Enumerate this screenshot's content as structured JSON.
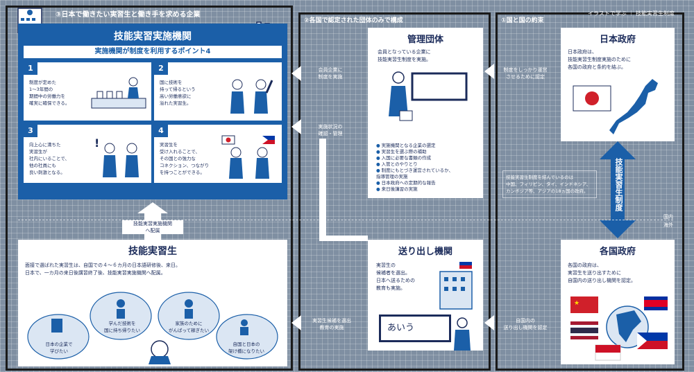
{
  "header": {
    "top_right": "イラストで学ぶ ｜ 技能実習生制度"
  },
  "sections": {
    "s3": "③日本で働きたい実習生と働き手を求める企業",
    "s2": "②各国で認定された団体のみで構成",
    "s1": "①国と国の約束"
  },
  "implementing": {
    "title": "技能実習実施機関",
    "subtitle": "実施機関が制度を利用するポイント4",
    "points": [
      {
        "num": "1",
        "text": "制度が定めた\n1〜3年間の\n期間中の労働力を\n確実に確保できる。"
      },
      {
        "num": "2",
        "text": "国に技術を\n持って帰るという\n高い労働意欲に\n溢れた実習生。"
      },
      {
        "num": "3",
        "text": "向上心に満ちた\n実習生が\n社内にいることで、\n他の社員にも\n良い刺激となる。"
      },
      {
        "num": "4",
        "text": "実習生を\n受け入れることで、\nその国との強力な\nコネクション、つながり\nを持つことができる。"
      }
    ]
  },
  "trainee": {
    "title": "技能実習生",
    "text": "面接で選ばれた実習生は、自国での４〜６カ月の日本語研修後、来日。\n日本で、一カ月の来日後講習終了後、技能実習実施機関へ配属。",
    "bubbles": [
      "日本の企業で\n学びたい",
      "学んだ技術を\n国に持ち帰りたい",
      "家族のために\nがんばって稼ぎたい",
      "自国と日本の\n架け橋になりたい"
    ]
  },
  "arrow_up_label": "技能実習実施機関\nへ配属",
  "supervising": {
    "title": "管理団体",
    "text": "会員となっている企業に\n技能実習生制度を実施。",
    "list": [
      "実施機関となる企業の選定",
      "実習生を選ぶ際の補助",
      "入国に必要な書類の作成",
      "入管とのやりとり",
      "制度にもとづき運営されているか、\n指導管理の実施",
      "日本政府への定期的な報告",
      "来日後講習の実施"
    ]
  },
  "sending": {
    "title": "送り出し機関",
    "text": "実習生の\n候補者を選出。\n日本へ送るための\n教育も実施。",
    "board": "あいう"
  },
  "japan_gov": {
    "title": "日本政府",
    "text": "日本政府は、\n技能実習生制度実施のために\n各国の政府と条約を結ぶ。"
  },
  "foreign_gov": {
    "title": "各国政府",
    "text": "各国の政府は、\n実習生を送り出すために\n自国内の送り出し機関を認定。"
  },
  "system_label": "技能実習生制度",
  "note": "技能実習生制度を結んでいるのは\n中国、フィリピン、タイ、インドネシア、\nカンボジア等、アジアの18ヵ国の政府。",
  "arrows": {
    "member": "会員企業に\n制度を実施",
    "check": "実施状況の\n確認・管理",
    "select_edu": "実習生候補を選出\n教育の実施",
    "gov_proper": "制度をしっかり運営\nさせるために認定",
    "domestic": "自国内の\n送り出し機関を認定"
  },
  "domestic_label": "国内",
  "overseas_label": "海外",
  "colors": {
    "accent": "#1b5fa8",
    "navy": "#1b2b5a",
    "background": "#7f8fa2"
  }
}
